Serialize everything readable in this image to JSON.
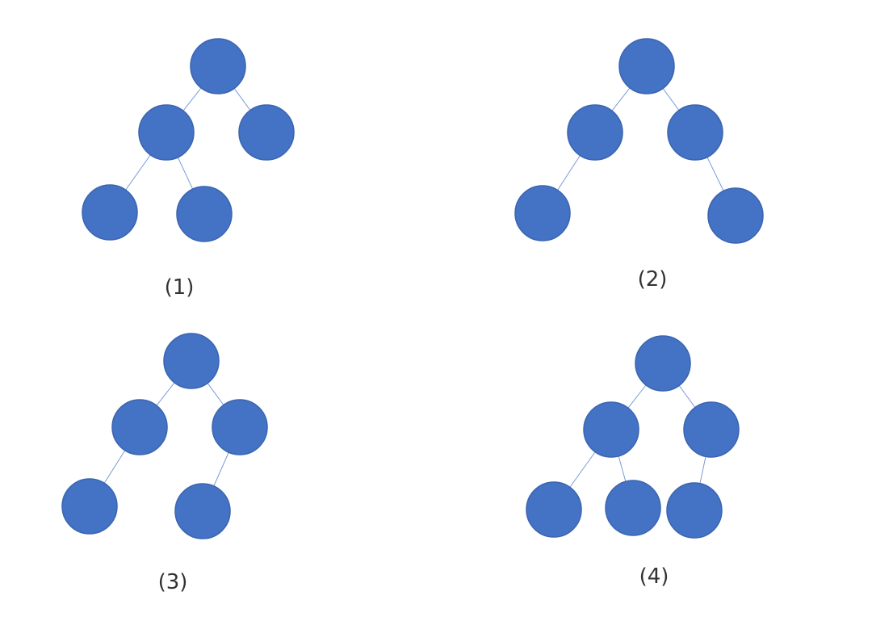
{
  "trees": [
    {
      "label": "(1)"
    },
    {
      "label": "(2)"
    },
    {
      "label": "(3)"
    },
    {
      "label": "(4)"
    }
  ],
  "colors": {
    "node_fill": "#4472C4",
    "edge": "#7A9BD6",
    "caption_text": "#333333",
    "background": "#FFFFFF"
  }
}
